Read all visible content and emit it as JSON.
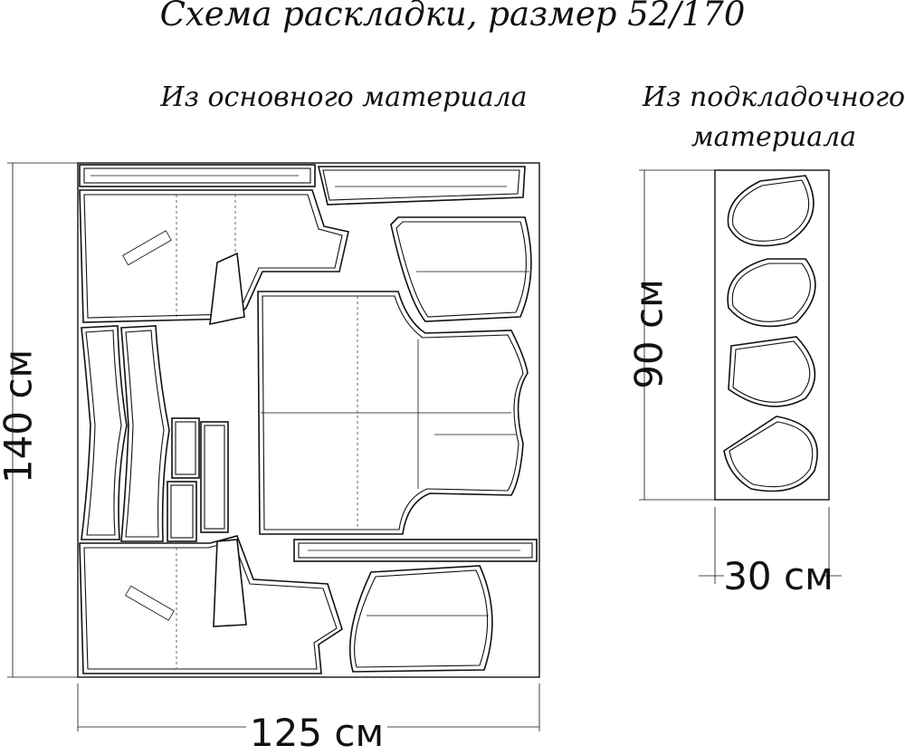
{
  "title": "Схема раскладки, размер 52/170",
  "main_fabric_label": "Из основного материала",
  "lining_label": "Из подкладочного материала",
  "dimensions": {
    "main_width": "125 см",
    "main_height": "140 см",
    "lining_width": "30 см",
    "lining_height": "90 см"
  }
}
